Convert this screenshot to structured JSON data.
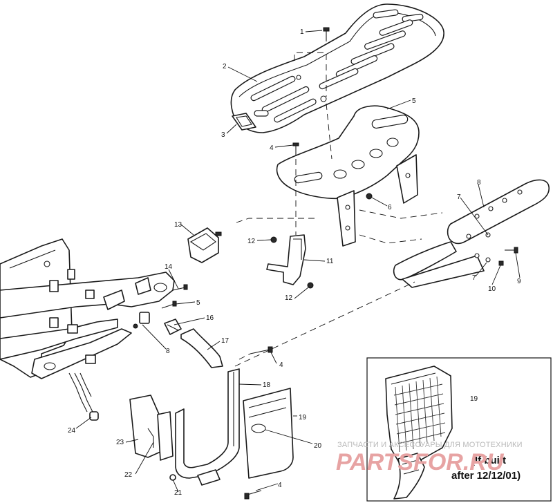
{
  "callouts": [
    {
      "id": "c1",
      "label": "1"
    },
    {
      "id": "c2",
      "label": "2"
    },
    {
      "id": "c3",
      "label": "3"
    },
    {
      "id": "c4a",
      "label": "4"
    },
    {
      "id": "c5a",
      "label": "5"
    },
    {
      "id": "c6",
      "label": "6"
    },
    {
      "id": "c7a",
      "label": "7"
    },
    {
      "id": "c8a",
      "label": "8"
    },
    {
      "id": "c7b",
      "label": "7"
    },
    {
      "id": "c10",
      "label": "10"
    },
    {
      "id": "c9",
      "label": "9"
    },
    {
      "id": "c13",
      "label": "13"
    },
    {
      "id": "c12a",
      "label": "12"
    },
    {
      "id": "c11",
      "label": "11"
    },
    {
      "id": "c12b",
      "label": "12"
    },
    {
      "id": "c14",
      "label": "14"
    },
    {
      "id": "c5b",
      "label": "5"
    },
    {
      "id": "c16",
      "label": "16"
    },
    {
      "id": "c8b",
      "label": "8"
    },
    {
      "id": "c17",
      "label": "17"
    },
    {
      "id": "c4b",
      "label": "4"
    },
    {
      "id": "c18",
      "label": "18"
    },
    {
      "id": "c24",
      "label": "24"
    },
    {
      "id": "c19a",
      "label": "19"
    },
    {
      "id": "c20",
      "label": "20"
    },
    {
      "id": "c23",
      "label": "23"
    },
    {
      "id": "c22",
      "label": "22"
    },
    {
      "id": "c21",
      "label": "21"
    },
    {
      "id": "c4c",
      "label": "4"
    },
    {
      "id": "c19b",
      "label": "19"
    }
  ],
  "inset": {
    "note_line1": "(If built",
    "note_line2": "after 12/12/01)"
  },
  "watermark": {
    "tagline": "ЗАПЧАСТИ И АКСЕССУАРЫ ДЛЯ МОТОТЕХНИКИ",
    "logo": "PARTSFOR.RU"
  }
}
